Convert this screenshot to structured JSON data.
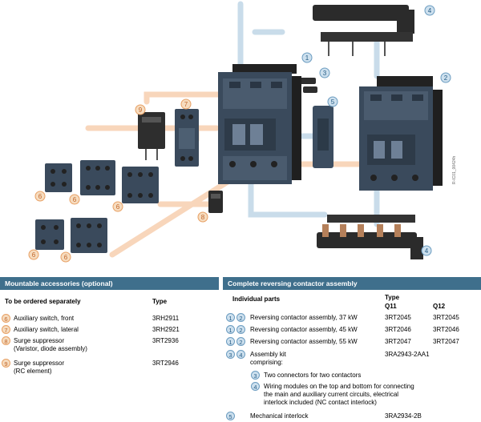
{
  "diagram": {
    "code": "R-IC01_00424h"
  },
  "callouts": {
    "c1": "1",
    "c2": "2",
    "c3": "3",
    "c4": "4",
    "c5": "5",
    "c6": "6",
    "c7": "7",
    "c8": "8",
    "c9": "9"
  },
  "colors": {
    "header_bg": "#3f6f8c",
    "orange_badge": "#f6dcbf",
    "blue_badge": "#cde0ee",
    "device_body": "#3a4a5c",
    "leader_orange": "#f5c9a6",
    "leader_blue": "#b9d3e6"
  },
  "left_table": {
    "title": "Mountable accessories (optional)",
    "col1": "To be ordered separately",
    "col2": "Type",
    "rows": [
      {
        "num": "6",
        "desc": "Auxiliary switch, front",
        "type": "3RH2911"
      },
      {
        "num": "7",
        "desc": "Auxiliary switch, lateral",
        "type": "3RH2921"
      },
      {
        "num": "8",
        "desc": "Surge suppressor",
        "desc2": "(Varistor, diode assembly)",
        "type": "3RT2936"
      },
      {
        "num": "9",
        "desc": "Surge suppressor",
        "desc2": "(RC element)",
        "type": "3RT2946"
      }
    ]
  },
  "right_table": {
    "title": "Complete reversing contactor assembly",
    "col1": "Individual parts",
    "col_type": "Type",
    "col_q11": "Q11",
    "col_q12": "Q12",
    "rows": [
      {
        "n1": "1",
        "n2": "2",
        "desc": "Reversing contactor assembly, 37 kW",
        "q11": "3RT2045",
        "q12": "3RT2045"
      },
      {
        "n1": "1",
        "n2": "2",
        "desc": "Reversing contactor assembly, 45 kW",
        "q11": "3RT2046",
        "q12": "3RT2046"
      },
      {
        "n1": "1",
        "n2": "2",
        "desc": "Reversing contactor assembly, 55 kW",
        "q11": "3RT2047",
        "q12": "3RT2047"
      },
      {
        "n1": "3",
        "n2": "4",
        "desc": "Assembly kit",
        "desc2": "comprising:",
        "q11": "3RA2943-2AA1"
      }
    ],
    "sub": [
      {
        "num": "3",
        "text": "Two connectors for two contactors"
      },
      {
        "num": "4",
        "lines": [
          "Wiring modules on the top and bottom for connecting",
          "the main and auxiliary current circuits, electrical",
          "interlock included (NC contact interlock)"
        ]
      }
    ],
    "last": {
      "num": "5",
      "desc": "Mechanical interlock",
      "type": "3RA2934-2B"
    }
  }
}
